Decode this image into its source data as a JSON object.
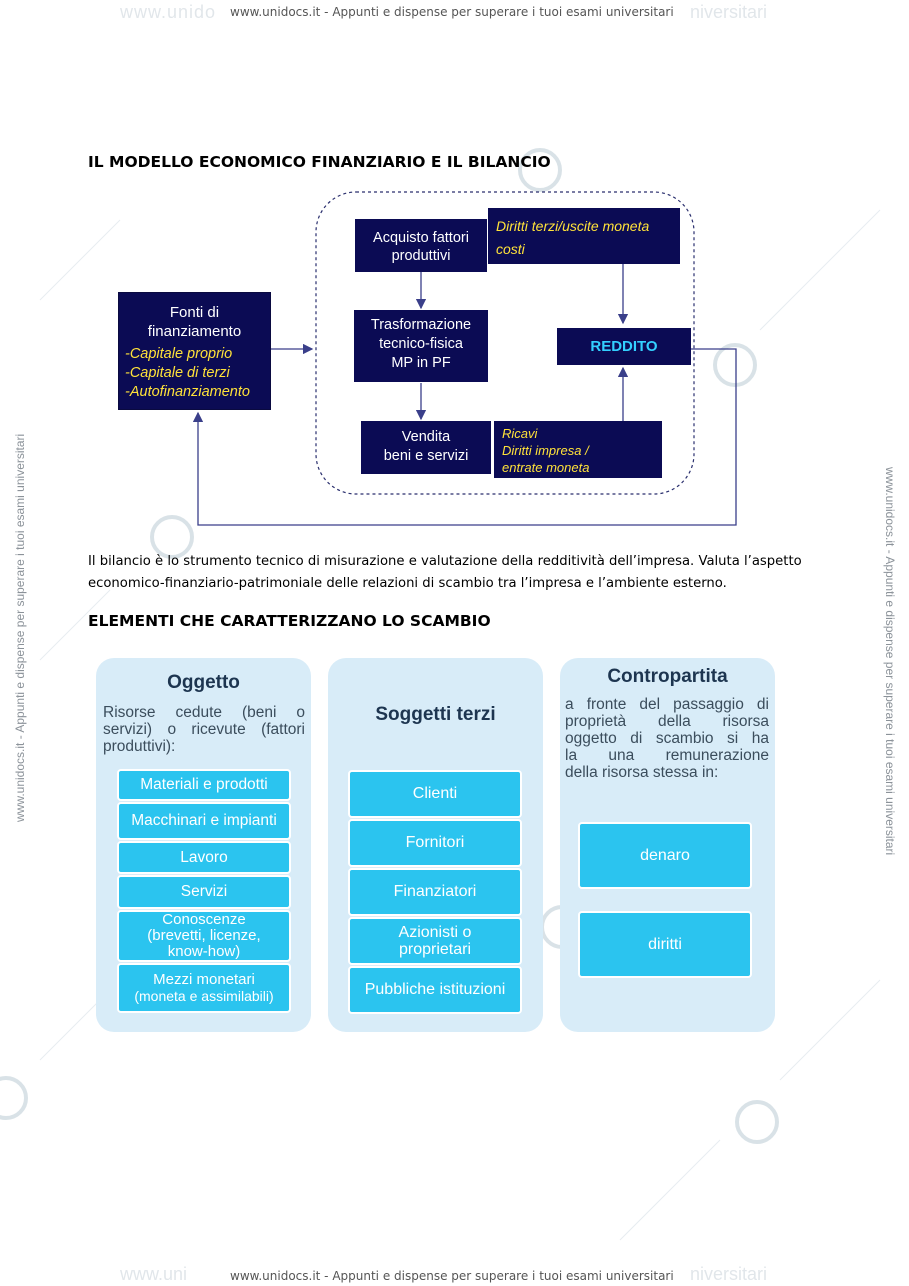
{
  "header": {
    "text": "www.unidocs.it - Appunti e dispense per superare i tuoi esami universitari"
  },
  "footer": {
    "text": "www.unidocs.it - Appunti e dispense per superare i tuoi esami universitari"
  },
  "side_watermark": {
    "text": "www.unidocs.it - Appunti e dispense per superare i tuoi esami universitari"
  },
  "section1": {
    "title": "IL MODELLO ECONOMICO FINANZIARIO E IL BILANCIO"
  },
  "diagram": {
    "fonti": {
      "title_line1": "Fonti di",
      "title_line2": "finanziamento",
      "items": [
        "-Capitale proprio",
        "-Capitale di terzi",
        "-Autofinanziamento"
      ]
    },
    "acquisto": {
      "line1": "Acquisto fattori",
      "line2": "produttivi"
    },
    "acquisto_note": {
      "line1": "Diritti terzi/uscite moneta",
      "line2": "costi"
    },
    "trasformazione": {
      "line1": "Trasformazione",
      "line2": "tecnico-fisica",
      "line3": "MP in PF"
    },
    "reddito": {
      "label": "REDDITO"
    },
    "vendita": {
      "line1": "Vendita",
      "line2": "beni e servizi"
    },
    "vendita_note": {
      "line1": "Ricavi",
      "line2": "Diritti impresa /",
      "line3": "entrate moneta"
    }
  },
  "paragraph": {
    "line1": "Il bilancio è lo strumento tecnico di misurazione e valutazione della redditività dell’impresa. Valuta l’aspetto",
    "line2": "economico-finanziario-patrimoniale delle relazioni di scambio tra l’impresa e l’ambiente esterno."
  },
  "section2": {
    "title": "ELEMENTI CHE CARATTERIZZANO LO SCAMBIO"
  },
  "panels": {
    "oggetto": {
      "title": "Oggetto",
      "desc_line1": "Risorse cedute (beni o",
      "desc_line2": "servizi) o ricevute (fattori",
      "desc_line3": "produttivi):",
      "items": [
        {
          "line1": "Materiali e prodotti",
          "line2": "",
          "line3": ""
        },
        {
          "line1": "Macchinari e impianti",
          "line2": "",
          "line3": ""
        },
        {
          "line1": "Lavoro",
          "line2": "",
          "line3": ""
        },
        {
          "line1": "Servizi",
          "line2": "",
          "line3": ""
        },
        {
          "line1": "Conoscenze",
          "line2": "(brevetti, licenze,",
          "line3": "know-how)"
        },
        {
          "line1": "Mezzi monetari",
          "line2": "(moneta e assimilabili)",
          "line3": ""
        }
      ]
    },
    "soggetti": {
      "title": "Soggetti terzi",
      "items": [
        {
          "line1": "Clienti",
          "line2": ""
        },
        {
          "line1": "Fornitori",
          "line2": ""
        },
        {
          "line1": "Finanziatori",
          "line2": ""
        },
        {
          "line1": "Azionisti o",
          "line2": "proprietari"
        },
        {
          "line1": "Pubbliche istituzioni",
          "line2": ""
        }
      ]
    },
    "contropartita": {
      "title": "Contropartita",
      "desc_line1": "a fronte del passaggio di",
      "desc_line2": "proprietà della risorsa",
      "desc_line3": "oggetto di scambio si ha",
      "desc_line4": "la una remunerazione",
      "desc_line5": "della risorsa stessa in:",
      "items": [
        "denaro",
        "diritti"
      ]
    }
  },
  "colors": {
    "navy": "#0b0b54",
    "yellow": "#ffe23a",
    "cyan": "#2bc4ef",
    "panel": "#d8ecf8"
  }
}
